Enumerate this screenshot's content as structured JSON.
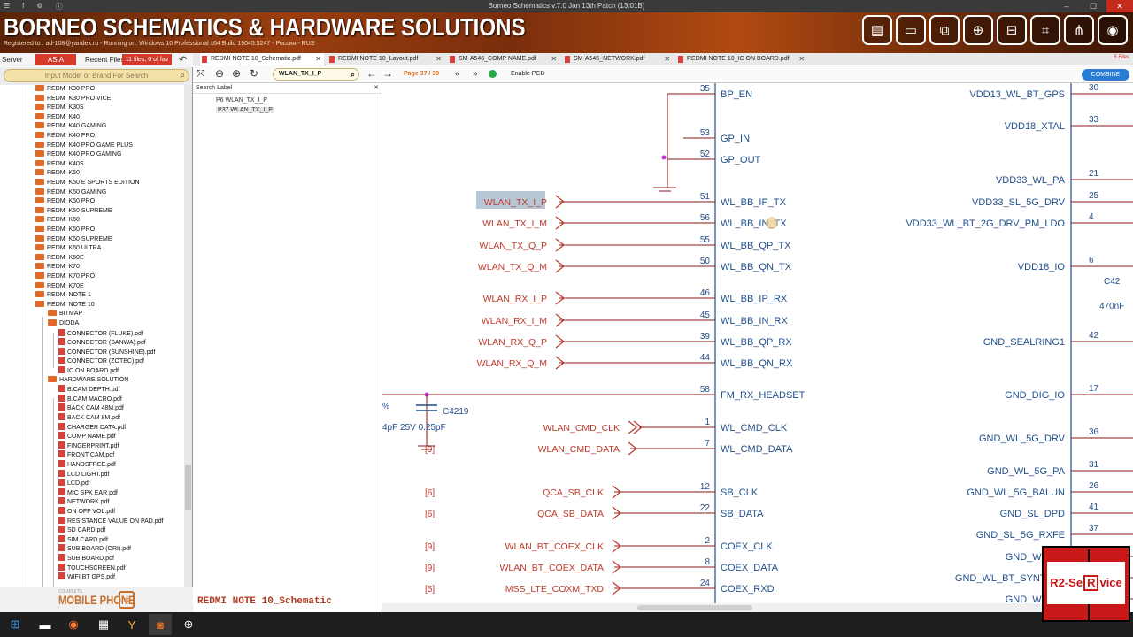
{
  "window": {
    "title": "Borneo Schematics v.7.0 Jan 13th Patch (13.01B)"
  },
  "banner": {
    "brand": "BORNEO SCHEMATICS & HARDWARE SOLUTIONS",
    "registered": "Registered to : ad-108@yandex.ru - Running on: Windows 10 Professional x64 Build 19045.5247 - Россия - RUS"
  },
  "left": {
    "server_label": "Server",
    "region": "ASIA",
    "recent_label": "Recent Files",
    "files_badge": "11 files, 0 of fav",
    "search_placeholder": "Input Model or Brand For Search",
    "tree": [
      {
        "label": "REDMI K30 PRO",
        "level": 0,
        "kind": "folder"
      },
      {
        "label": "REDMI K30 PRO VICE",
        "level": 0,
        "kind": "folder"
      },
      {
        "label": "REDMI K30S",
        "level": 0,
        "kind": "folder"
      },
      {
        "label": "REDMI K40",
        "level": 0,
        "kind": "folder"
      },
      {
        "label": "REDMI K40 GAMING",
        "level": 0,
        "kind": "folder"
      },
      {
        "label": "REDMI K40 PRO",
        "level": 0,
        "kind": "folder"
      },
      {
        "label": "REDMI K40 PRO GAME PLUS",
        "level": 0,
        "kind": "folder"
      },
      {
        "label": "REDMI K40 PRO GAMING",
        "level": 0,
        "kind": "folder"
      },
      {
        "label": "REDMI K40S",
        "level": 0,
        "kind": "folder"
      },
      {
        "label": "REDMI K50",
        "level": 0,
        "kind": "folder"
      },
      {
        "label": "REDMI K50 E SPORTS EDITION",
        "level": 0,
        "kind": "folder"
      },
      {
        "label": "REDMI K50 GAMING",
        "level": 0,
        "kind": "folder"
      },
      {
        "label": "REDMI K50 PRO",
        "level": 0,
        "kind": "folder"
      },
      {
        "label": "REDMI K50 SUPREME",
        "level": 0,
        "kind": "folder"
      },
      {
        "label": "REDMI K60",
        "level": 0,
        "kind": "folder"
      },
      {
        "label": "REDMI K60 PRO",
        "level": 0,
        "kind": "folder"
      },
      {
        "label": "REDMI K60 SUPREME",
        "level": 0,
        "kind": "folder"
      },
      {
        "label": "REDMI K60 ULTRA",
        "level": 0,
        "kind": "folder"
      },
      {
        "label": "REDMI K60E",
        "level": 0,
        "kind": "folder"
      },
      {
        "label": "REDMI K70",
        "level": 0,
        "kind": "folder"
      },
      {
        "label": "REDMI K70 PRO",
        "level": 0,
        "kind": "folder"
      },
      {
        "label": "REDMI K70E",
        "level": 0,
        "kind": "folder"
      },
      {
        "label": "REDMI NOTE 1",
        "level": 0,
        "kind": "folder"
      },
      {
        "label": "REDMI NOTE 10",
        "level": 0,
        "kind": "folder"
      },
      {
        "label": "BITMAP",
        "level": 1,
        "kind": "folder"
      },
      {
        "label": "DIODA",
        "level": 1,
        "kind": "folder"
      },
      {
        "label": "CONNECTOR (FLUKE).pdf",
        "level": 2,
        "kind": "pdf"
      },
      {
        "label": "CONNECTOR (SANWA).pdf",
        "level": 2,
        "kind": "pdf"
      },
      {
        "label": "CONNECTOR (SUNSHINE).pdf",
        "level": 2,
        "kind": "pdf"
      },
      {
        "label": "CONNECTOR (ZOTEC).pdf",
        "level": 2,
        "kind": "pdf"
      },
      {
        "label": "IC ON BOARD.pdf",
        "level": 2,
        "kind": "pdf"
      },
      {
        "label": "HARDWARE SOLUTION",
        "level": 1,
        "kind": "folder"
      },
      {
        "label": "B.CAM DEPTH.pdf",
        "level": 2,
        "kind": "pdf"
      },
      {
        "label": "B.CAM MACRO.pdf",
        "level": 2,
        "kind": "pdf"
      },
      {
        "label": "BACK CAM 48M.pdf",
        "level": 2,
        "kind": "pdf"
      },
      {
        "label": "BACK CAM 8M.pdf",
        "level": 2,
        "kind": "pdf"
      },
      {
        "label": "CHARGER DATA.pdf",
        "level": 2,
        "kind": "pdf"
      },
      {
        "label": "COMP NAME.pdf",
        "level": 2,
        "kind": "pdf"
      },
      {
        "label": "FINGERPRINT.pdf",
        "level": 2,
        "kind": "pdf"
      },
      {
        "label": "FRONT CAM.pdf",
        "level": 2,
        "kind": "pdf"
      },
      {
        "label": "HANDSFREE.pdf",
        "level": 2,
        "kind": "pdf"
      },
      {
        "label": "LCD LIGHT.pdf",
        "level": 2,
        "kind": "pdf"
      },
      {
        "label": "LCD.pdf",
        "level": 2,
        "kind": "pdf"
      },
      {
        "label": "MIC SPK EAR.pdf",
        "level": 2,
        "kind": "pdf"
      },
      {
        "label": "NETWORK.pdf",
        "level": 2,
        "kind": "pdf"
      },
      {
        "label": "ON OFF VOL.pdf",
        "level": 2,
        "kind": "pdf"
      },
      {
        "label": "RESISTANCE VALUE ON PAD.pdf",
        "level": 2,
        "kind": "pdf"
      },
      {
        "label": "SD CARD.pdf",
        "level": 2,
        "kind": "pdf"
      },
      {
        "label": "SIM CARD.pdf",
        "level": 2,
        "kind": "pdf"
      },
      {
        "label": "SUB BOARD (ORI).pdf",
        "level": 2,
        "kind": "pdf"
      },
      {
        "label": "SUB BOARD.pdf",
        "level": 2,
        "kind": "pdf"
      },
      {
        "label": "TOUCHSCREEN.pdf",
        "level": 2,
        "kind": "pdf"
      },
      {
        "label": "WIFI BT GPS.pdf",
        "level": 2,
        "kind": "pdf"
      }
    ],
    "logo_small": "COMPLETE",
    "logo_text": "MOBILE PHONE"
  },
  "tabs": [
    {
      "label": "REDMI NOTE 10_Schematic.pdf",
      "active": true
    },
    {
      "label": "REDMI NOTE 10_Layout.pdf",
      "active": false
    },
    {
      "label": "SM-A546_COMP NAME.pdf",
      "active": false
    },
    {
      "label": "SM-A546_NETWORK.pdf",
      "active": false
    },
    {
      "label": "REDMI NOTE 10_IC ON BOARD.pdf",
      "active": false
    }
  ],
  "tabs_right": "5 Files",
  "viewer": {
    "find_value": "WLAN_TX_I_P",
    "page": "Page 37 / 39",
    "enable_pcd": "Enable PCD",
    "combine": "COMBINE"
  },
  "search_panel": {
    "header": "Search Label",
    "results": [
      "P6 WLAN_TX_I_P",
      "P37 WLAN_TX_I_P"
    ],
    "file_name": "REDMI NOTE 10_Schematic"
  },
  "schematic": {
    "colors": {
      "net": "#c0392b",
      "pin": "#1f4f8b",
      "wire": "#8b1a1a"
    },
    "left_pins": [
      {
        "num": "35",
        "name": "BP_EN"
      },
      {
        "num": "53",
        "name": "GP_IN"
      },
      {
        "num": "52",
        "name": "GP_OUT"
      },
      {
        "num": "51",
        "name": "WL_BB_IP_TX"
      },
      {
        "num": "56",
        "name": "WL_BB_IN_TX"
      },
      {
        "num": "55",
        "name": "WL_BB_QP_TX"
      },
      {
        "num": "50",
        "name": "WL_BB_QN_TX"
      },
      {
        "num": "46",
        "name": "WL_BB_IP_RX"
      },
      {
        "num": "45",
        "name": "WL_BB_IN_RX"
      },
      {
        "num": "39",
        "name": "WL_BB_QP_RX"
      },
      {
        "num": "44",
        "name": "WL_BB_QN_RX"
      },
      {
        "num": "58",
        "name": "FM_RX_HEADSET"
      },
      {
        "num": "1",
        "name": "WL_CMD_CLK"
      },
      {
        "num": "7",
        "name": "WL_CMD_DATA"
      },
      {
        "num": "12",
        "name": "SB_CLK"
      },
      {
        "num": "22",
        "name": "SB_DATA"
      },
      {
        "num": "2",
        "name": "COEX_CLK"
      },
      {
        "num": "8",
        "name": "COEX_DATA"
      },
      {
        "num": "24",
        "name": "COEX_RXD"
      }
    ],
    "nets": [
      {
        "label": "WLAN_TX_I_P",
        "ref": ""
      },
      {
        "label": "WLAN_TX_I_M",
        "ref": ""
      },
      {
        "label": "WLAN_TX_Q_P",
        "ref": ""
      },
      {
        "label": "WLAN_TX_Q_M",
        "ref": ""
      },
      {
        "label": "WLAN_RX_I_P",
        "ref": ""
      },
      {
        "label": "WLAN_RX_I_M",
        "ref": ""
      },
      {
        "label": "WLAN_RX_Q_P",
        "ref": ""
      },
      {
        "label": "WLAN_RX_Q_M",
        "ref": ""
      },
      {
        "label": "WLAN_CMD_CLK",
        "ref": ""
      },
      {
        "label": "WLAN_CMD_DATA",
        "ref": "[9]"
      },
      {
        "label": "QCA_SB_CLK",
        "ref": "[6]"
      },
      {
        "label": "QCA_SB_DATA",
        "ref": "[6]"
      },
      {
        "label": "WLAN_BT_COEX_CLK",
        "ref": "[9]"
      },
      {
        "label": "WLAN_BT_COEX_DATA",
        "ref": "[9]"
      },
      {
        "label": "MSS_LTE_COXM_TXD",
        "ref": "[5]"
      }
    ],
    "right_pins": [
      {
        "num": "30",
        "name": "VDD13_WL_BT_GPS"
      },
      {
        "num": "33",
        "name": "VDD18_XTAL"
      },
      {
        "num": "21",
        "name": "VDD33_WL_PA"
      },
      {
        "num": "25",
        "name": "VDD33_SL_5G_DRV"
      },
      {
        "num": "4",
        "name": "VDD33_WL_BT_2G_DRV_PM_LDO"
      },
      {
        "num": "6",
        "name": "VDD18_IO"
      },
      {
        "num": "42",
        "name": "GND_SEALRING1"
      },
      {
        "num": "17",
        "name": "GND_DIG_IO"
      },
      {
        "num": "36",
        "name": "GND_WL_5G_DRV"
      },
      {
        "num": "31",
        "name": "GND_WL_5G_PA"
      },
      {
        "num": "26",
        "name": "GND_WL_5G_BALUN"
      },
      {
        "num": "41",
        "name": "GND_SL_DPD"
      },
      {
        "num": "37",
        "name": "GND_SL_5G_RXFE"
      },
      {
        "num": "",
        "name": "GND_WL_BT"
      },
      {
        "num": "",
        "name": "GND_WL_BT_SYNTH_X"
      },
      {
        "num": "",
        "name": "GND_WL_BT"
      }
    ],
    "cap_ref": "C4219",
    "cap_value": "4pF 25V 0.25pF",
    "cap_pct": "%",
    "part_ref": "C42",
    "part_value": "470nF"
  },
  "watermark": {
    "left": "R2-Se",
    "mid": "R",
    "right": "vice"
  }
}
